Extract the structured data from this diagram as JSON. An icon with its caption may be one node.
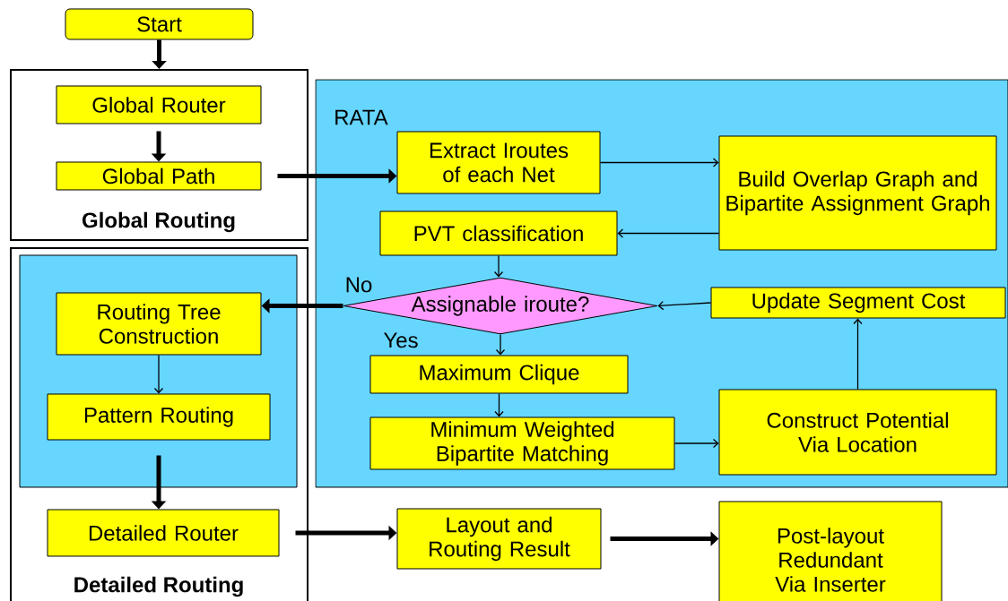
{
  "diagram": {
    "nodes": [
      {
        "text": [
          "Start"
        ]
      },
      {
        "text": [
          "Global Routing"
        ]
      },
      {
        "text": [
          "Global Router"
        ],
        "in": 1
      },
      {
        "text": [
          "Global Path"
        ],
        "in": 1
      },
      {
        "text": [
          "Detailed Routing"
        ]
      },
      {
        "text": [],
        "shape": "box",
        "in": 4
      },
      {
        "text": [
          "Routing Tree Construction"
        ],
        "in": 5
      },
      {
        "text": [
          "Pattern Routing"
        ],
        "in": 5
      },
      {
        "text": [
          "Detailed Router"
        ],
        "in": 4
      },
      {
        "text": [
          "RATA"
        ]
      },
      {
        "text": [
          "Extract Iroutes of each Net"
        ],
        "in": 9
      },
      {
        "text": [
          "Build Overlap Graph and Bipartite Assignment Graph"
        ],
        "in": 9
      },
      {
        "text": [
          "PVT classification"
        ],
        "in": 9
      },
      {
        "text": [
          "Assignable iroute?"
        ],
        "in": 9
      },
      {
        "text": [
          "Update Segment Cost"
        ],
        "in": 9
      },
      {
        "text": [
          "Maximum Clique"
        ],
        "in": 9
      },
      {
        "text": [
          "Minimum Weighted Bipartite Matching"
        ],
        "in": 9
      },
      {
        "text": [
          "Construct Potential Via Location"
        ],
        "in": 9
      },
      {
        "text": [
          "Layout and Routing Result"
        ]
      },
      {
        "text": [
          "Post-layout Redundant Via Inserter"
        ]
      }
    ],
    "edges": [
      {
        "from": 0,
        "to": 1,
        "arrow": "to",
        "style": "thick"
      },
      {
        "from": 2,
        "to": 3,
        "arrow": "to",
        "style": "thick"
      },
      {
        "from": 3,
        "to": 10,
        "arrow": "to",
        "style": "thick"
      },
      {
        "from": 10,
        "to": 11,
        "arrow": "to"
      },
      {
        "from": 11,
        "to": 12,
        "arrow": "to"
      },
      {
        "from": 12,
        "to": 13,
        "arrow": "to"
      },
      {
        "from": 13,
        "to": 6,
        "arrow": "to",
        "style": "thick",
        "label": "No"
      },
      {
        "from": 13,
        "to": 15,
        "arrow": "to",
        "label": "Yes"
      },
      {
        "from": 15,
        "to": 16,
        "arrow": "to"
      },
      {
        "from": 16,
        "to": 17,
        "arrow": "to"
      },
      {
        "from": 17,
        "to": 14,
        "arrow": "to"
      },
      {
        "from": 14,
        "to": 13,
        "arrow": "to"
      },
      {
        "from": 6,
        "to": 7,
        "arrow": "to"
      },
      {
        "from": 7,
        "to": 8,
        "arrow": "to",
        "style": "thick"
      },
      {
        "from": 8,
        "to": 18,
        "arrow": "to",
        "style": "thick"
      },
      {
        "from": 18,
        "to": 19,
        "arrow": "to",
        "style": "thick"
      }
    ]
  }
}
